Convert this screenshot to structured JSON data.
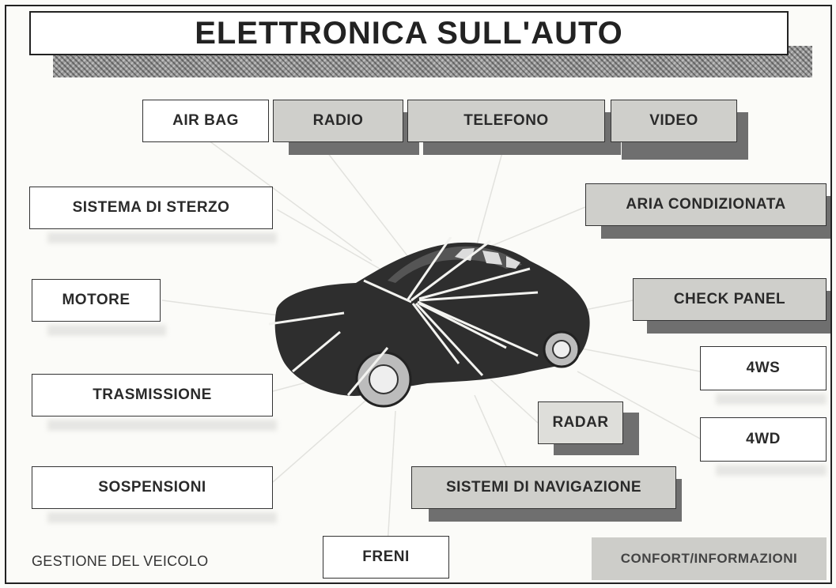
{
  "title": "ELETTRONICA SULL'AUTO",
  "nodes": {
    "air_bag": "AIR BAG",
    "radio": "RADIO",
    "telefono": "TELEFONO",
    "video": "VIDEO",
    "sistema_di_sterzo": "SISTEMA DI STERZO",
    "aria_condizionata": "ARIA CONDIZIONATA",
    "motore": "MOTORE",
    "check_panel": "CHECK PANEL",
    "four_ws": "4WS",
    "trasmissione": "TRASMISSIONE",
    "radar": "RADAR",
    "four_wd": "4WD",
    "sospensioni": "SOSPENSIONI",
    "sistemi_di_navigazione": "SISTEMI DI NAVIGAZIONE",
    "freni": "FRENI"
  },
  "footer_labels": {
    "gestione_del_veicolo": "GESTIONE DEL VEICOLO",
    "confort_informazioni": "CONFORT/INFORMAZIONI"
  },
  "colors": {
    "box_gray": "#cfcfcb",
    "box_white": "#ffffff",
    "shadow": "#6f6f6f",
    "car_body": "#2e2e2e"
  },
  "icons": {
    "car": "car-illustration"
  }
}
